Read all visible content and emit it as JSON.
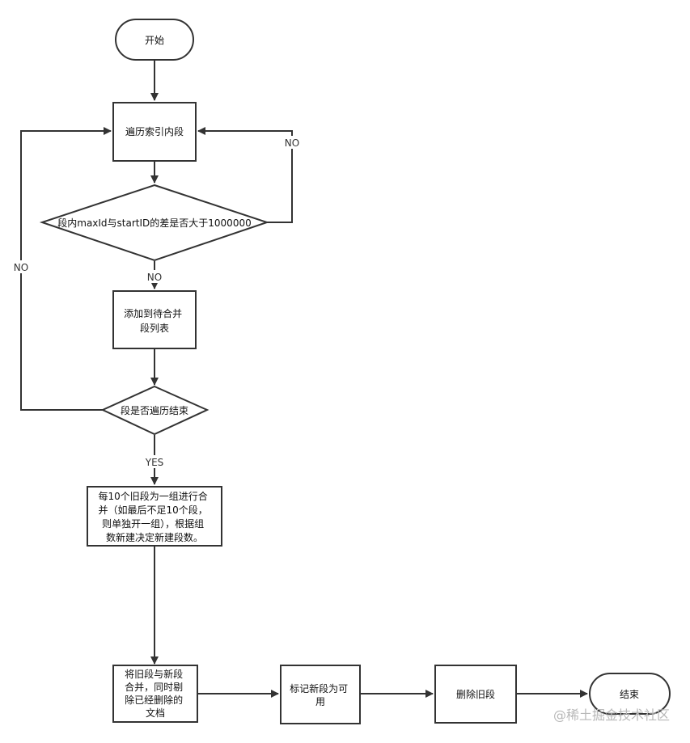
{
  "diagram": {
    "start": "开始",
    "traverse_segments": "遍历索引内段",
    "check_difference": "段内maxId与startID的差是否大于1000000",
    "add_to_merge_list": [
      "添加到待合并",
      "段列表"
    ],
    "check_traverse_end": "段是否遍历结束",
    "merge_groups": [
      "每10个旧段为一组进行合",
      "并（如最后不足10个段，",
      "则单独开一组），根据组",
      "数新建决定新建段数。"
    ],
    "merge_old_to_new": [
      "将旧段与新段",
      "合并，同时剔",
      "除已经删除的",
      "文档"
    ],
    "mark_new_available": [
      "标记新段为可",
      "用"
    ],
    "delete_old_segments": "删除旧段",
    "end": "结束",
    "edge_labels": {
      "no_right_loop": "NO",
      "no_down": "NO",
      "no_left_loop": "NO",
      "yes_down": "YES"
    }
  },
  "watermark": "@稀土掘金技术社区"
}
